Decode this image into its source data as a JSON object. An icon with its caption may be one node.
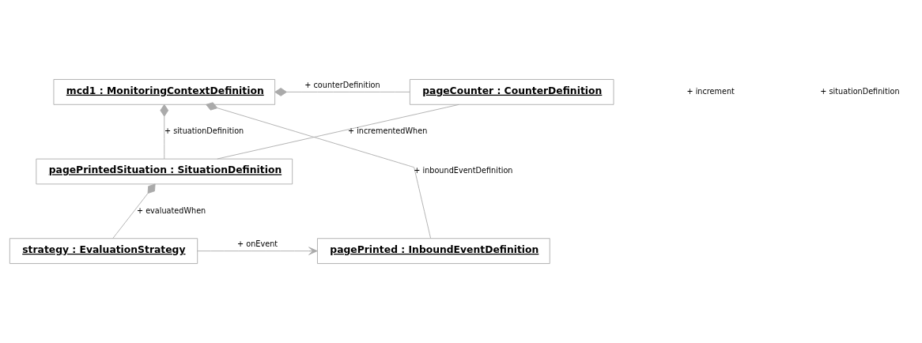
{
  "diagram": {
    "nodes": [
      {
        "text": [
          "mcd1 : MonitoringContextDefinition"
        ]
      },
      {
        "text": [
          "pageCounter : CounterDefinition"
        ]
      },
      {
        "text": [
          "pagePrintedSituation : SituationDefinition"
        ]
      },
      {
        "text": [
          "pagePrinted : InboundEventDefinition"
        ]
      },
      {
        "text": [
          "strategy : EvaluationStrategy"
        ]
      }
    ],
    "edges": [
      {
        "from": 0,
        "to": 1,
        "arrow": "other",
        "label": "+ counterDefinition"
      },
      {
        "from": 0,
        "to": 2,
        "arrow": "other",
        "label": "+ situationDefinition"
      },
      {
        "from": 0,
        "to": 3,
        "arrow": "other",
        "label": "+ inboundEventDefinition"
      },
      {
        "from": 1,
        "to": 2,
        "arrow": "none",
        "label": "+ incrementedWhen"
      },
      {
        "from": 2,
        "to": 4,
        "arrow": "other",
        "label": "+ evaluatedWhen"
      },
      {
        "from": 4,
        "to": 3,
        "arrow": "to",
        "label": "+ onEvent"
      }
    ],
    "labels": [
      "+ increment",
      "+ situationDefinition"
    ]
  }
}
